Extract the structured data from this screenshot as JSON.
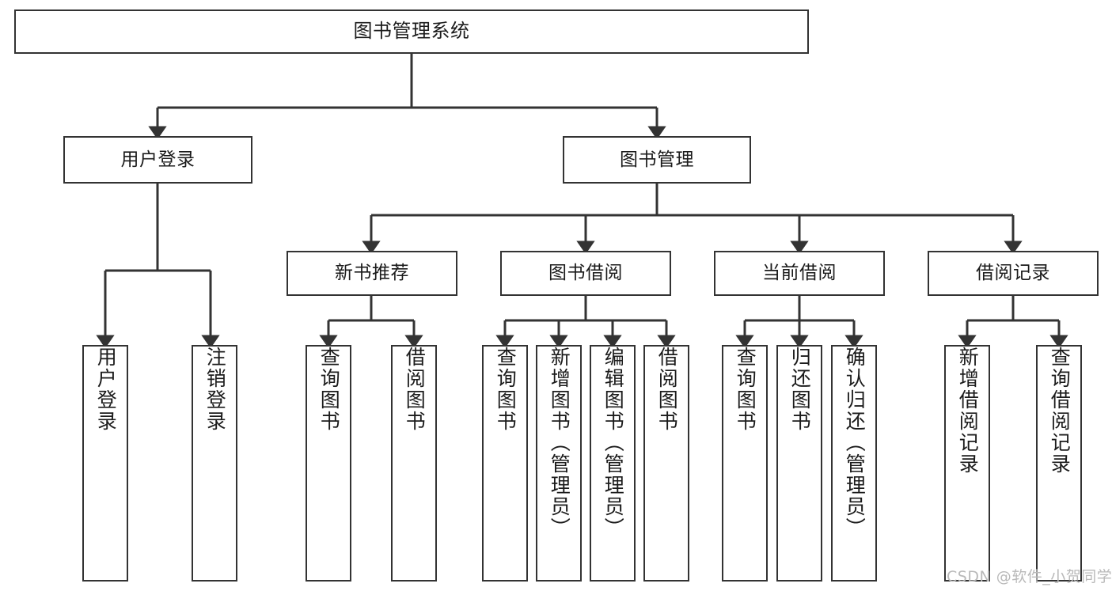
{
  "diagram": {
    "title": "图书管理系统",
    "type": "tree-hierarchy",
    "root": {
      "label": "图书管理系统"
    },
    "level1": [
      {
        "label": "用户登录"
      },
      {
        "label": "图书管理"
      }
    ],
    "level2": [
      {
        "label": "新书推荐",
        "parent": "图书管理"
      },
      {
        "label": "图书借阅",
        "parent": "图书管理"
      },
      {
        "label": "当前借阅",
        "parent": "图书管理"
      },
      {
        "label": "借阅记录",
        "parent": "图书管理"
      }
    ],
    "leaves": {
      "user_login": [
        {
          "label": "用户登录"
        },
        {
          "label": "注销登录"
        }
      ],
      "new_book_recommend": [
        {
          "label": "查询图书"
        },
        {
          "label": "借阅图书"
        }
      ],
      "book_borrow": [
        {
          "label": "查询图书"
        },
        {
          "label": "新增图书（管理员）"
        },
        {
          "label": "编辑图书（管理员）"
        },
        {
          "label": "借阅图书"
        }
      ],
      "current_borrow": [
        {
          "label": "查询图书"
        },
        {
          "label": "归还图书"
        },
        {
          "label": "确认归还（管理员）"
        }
      ],
      "borrow_record": [
        {
          "label": "新增借阅记录"
        },
        {
          "label": "查询借阅记录"
        }
      ]
    }
  },
  "watermark": {
    "text": "CSDN @软件_小贺同学"
  },
  "colors": {
    "stroke": "#333333",
    "text": "#1b1b1b",
    "background": "#ffffff",
    "watermark": "#b9b9b9"
  }
}
